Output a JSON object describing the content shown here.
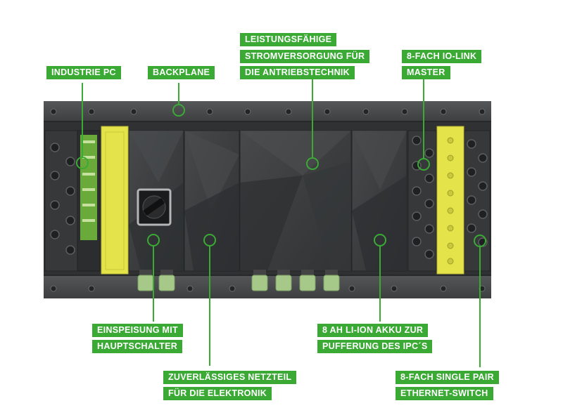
{
  "colors": {
    "accent_green": "#3aaa35",
    "housing_dark": "#3a3c3e",
    "connector_yellow": "#e4e44a",
    "connector_green": "#a6c98a"
  },
  "labels": {
    "industrie_pc": "INDUSTRIE PC",
    "backplane": "BACKPLANE",
    "leistung_line1": "LEISTUNGSFÄHIGE",
    "leistung_line2": "STROMVERSORGUNG FÜR",
    "leistung_line3": "DIE ANTRIEBSTECHNIK",
    "iolink_line1": "8-FACH IO-LINK",
    "iolink_line2": "MASTER",
    "einspeisung_line1": "EINSPEISUNG MIT",
    "einspeisung_line2": "HAUPTSCHALTER",
    "akku_line1": "8 AH LI-ION AKKU ZUR",
    "akku_line2": "PUFFERUNG DES IPC´S",
    "netzteil_line1": "ZUVERLÄSSIGES NETZTEIL",
    "netzteil_line2": "FÜR DIE ELEKTRONIK",
    "switch_line1": "8-FACH SINGLE PAIR",
    "switch_line2": "ETHERNET-SWITCH"
  }
}
